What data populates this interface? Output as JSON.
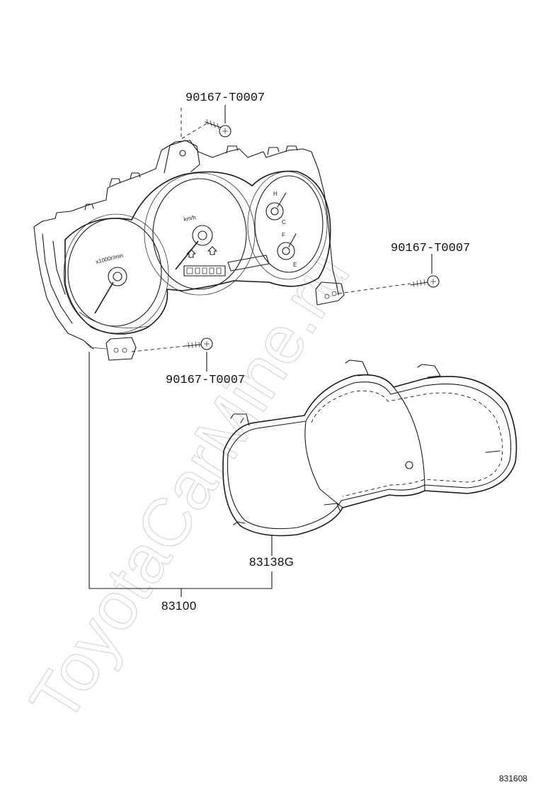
{
  "diagram": {
    "watermark": "ToyotaCarMine.ru",
    "diagram_id": "831608",
    "parts": {
      "screw_top": "90167-T0007",
      "screw_right": "90167-T0007",
      "screw_bottom": "90167-T0007",
      "glass": "83138G",
      "assembly": "83100"
    },
    "gauges": {
      "tachometer_unit": "x1000r/min",
      "speedometer_unit": "km/h",
      "temp_high": "H",
      "temp_low": "C",
      "fuel_full": "F",
      "fuel_empty": "E"
    }
  }
}
